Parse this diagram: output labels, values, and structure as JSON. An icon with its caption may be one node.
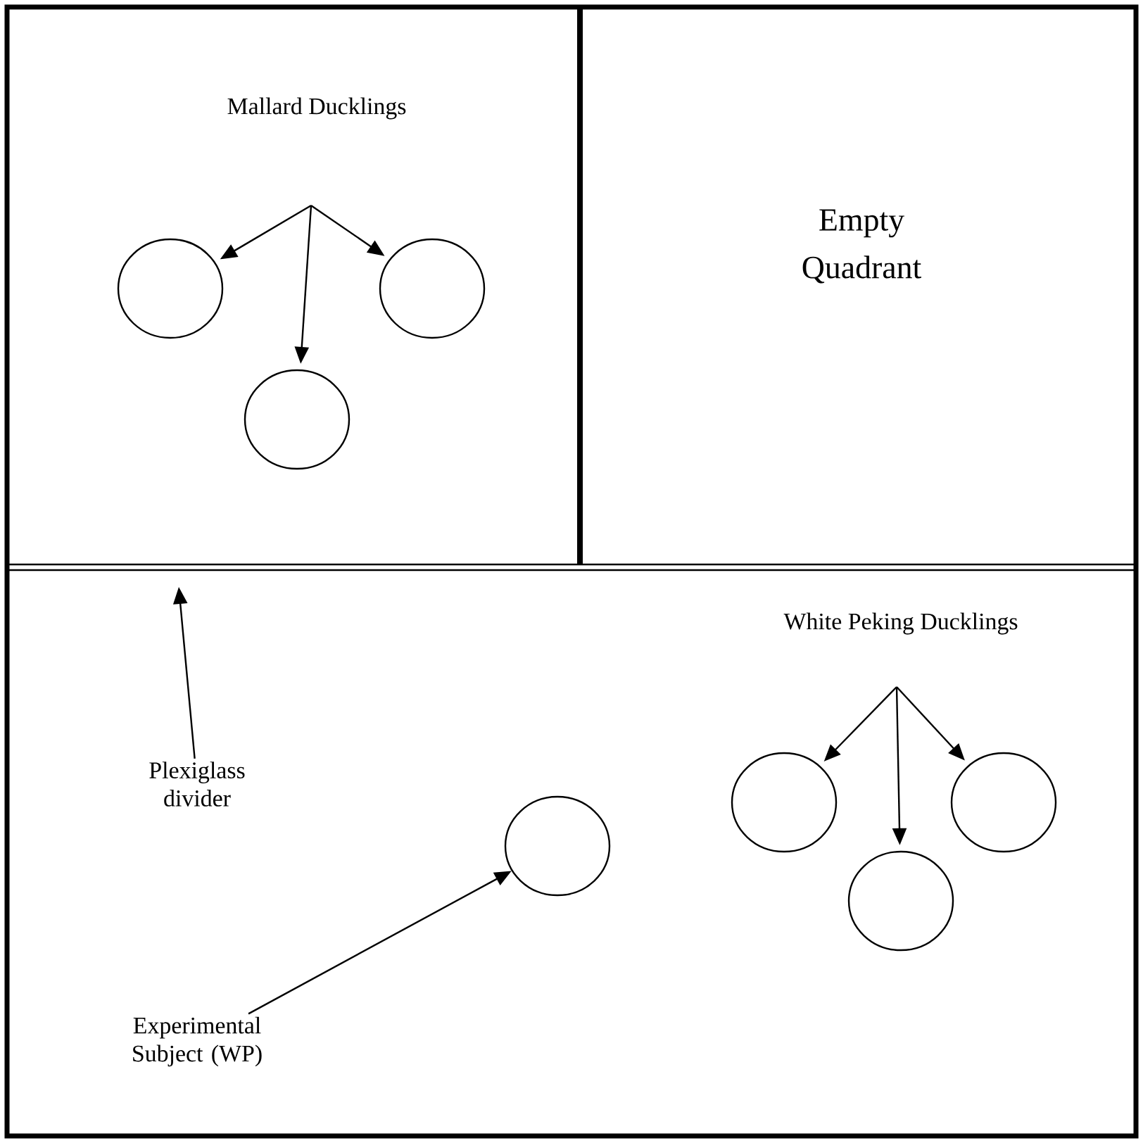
{
  "diagram": {
    "nodes": [
      {
        "text": [
          "Mallard Ducklings"
        ]
      },
      {
        "text": [],
        "shape": "circle"
      },
      {
        "text": [],
        "shape": "circle"
      },
      {
        "text": [],
        "shape": "circle"
      },
      {
        "text": [
          "White Peking Ducklings"
        ]
      },
      {
        "text": [],
        "shape": "circle"
      },
      {
        "text": [],
        "shape": "circle"
      },
      {
        "text": [],
        "shape": "circle"
      },
      {
        "text": [
          "Plexiglass divider"
        ]
      },
      {
        "text": [
          "Experimental Subject (WP)"
        ]
      },
      {
        "text": [],
        "shape": "circle"
      }
    ],
    "edges": [
      {
        "from": 0,
        "to": 1,
        "arrow": "to"
      },
      {
        "from": 0,
        "to": 3,
        "arrow": "to"
      },
      {
        "from": 0,
        "to": 2,
        "arrow": "to"
      },
      {
        "from": 4,
        "to": 5,
        "arrow": "to"
      },
      {
        "from": 4,
        "to": 7,
        "arrow": "to"
      },
      {
        "from": 4,
        "to": 6,
        "arrow": "to"
      },
      {
        "from": 8,
        "to": null,
        "arrow": "to"
      },
      {
        "from": 9,
        "to": 10,
        "arrow": "to"
      }
    ],
    "labels": [
      "Empty Quadrant"
    ]
  }
}
